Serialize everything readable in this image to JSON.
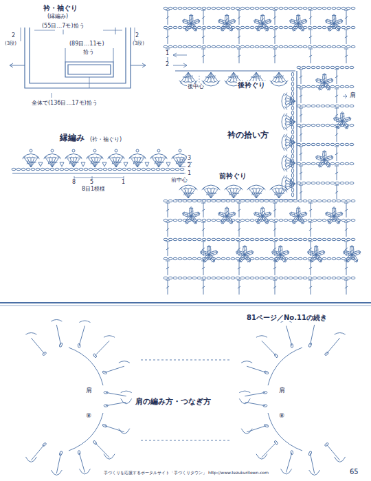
{
  "diagram": {
    "labels": [
      "衿・袖ぐり",
      "(縁編み)",
      "(55目…7モ)拾う",
      "(89目…11モ)",
      "拾う",
      "全体で(136目…17モ)拾う",
      "2",
      "(3段)",
      "2",
      "(3段)",
      "縁編み",
      "(衿・袖ぐり)",
      "3",
      "2",
      "1",
      "8",
      "5",
      "1",
      "8目1模様",
      "2",
      "1",
      "後中心",
      "後衿ぐり",
      "肩",
      "衿の拾い方",
      "前衿ぐり",
      "前中心",
      "81ページ／No.11の続き",
      "肩の編み方・つなぎ方",
      "肩",
      "肩",
      "⑧",
      "⑧",
      "手づくりを応援するポータルサイト「手づくりタウン」 http://www.tezukuritown.com",
      "65"
    ]
  }
}
